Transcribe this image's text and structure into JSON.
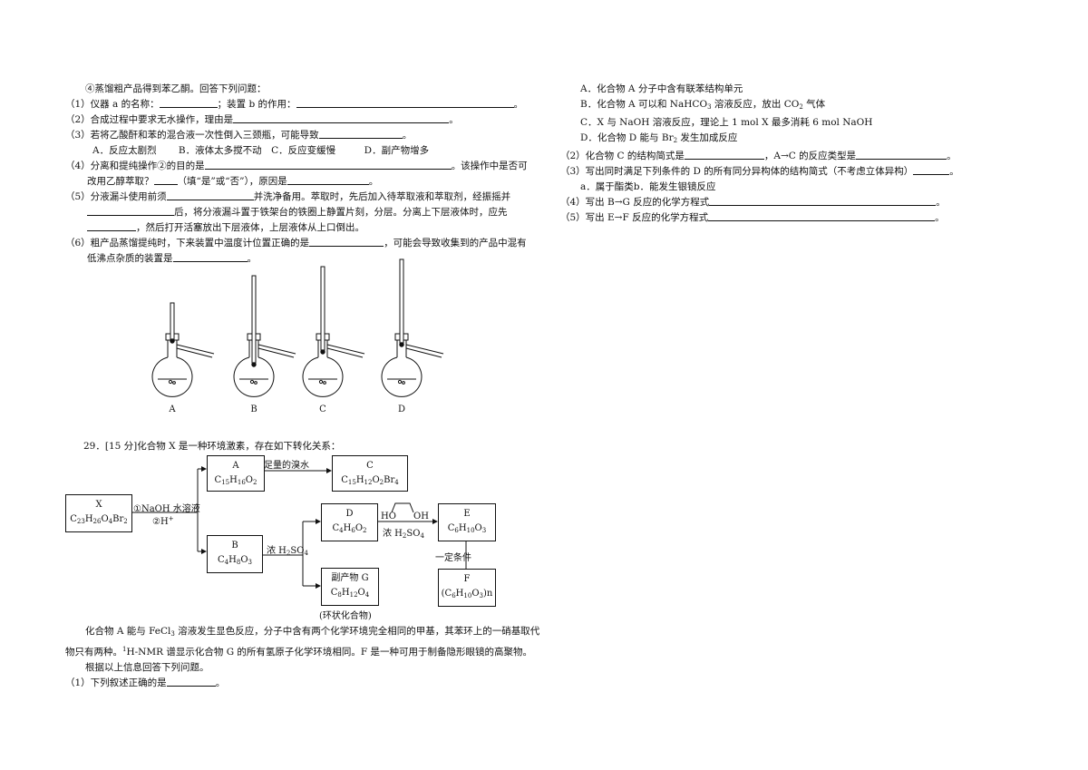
{
  "left_lines": [
    {
      "indent": "indent",
      "parts": [
        "④蒸馏粗产品得到苯乙酮。回答下列问题："
      ]
    },
    {
      "parts": [
        "（1）仪器 a 的名称：",
        "__",
        "；装置 b 的作用：",
        "__",
        "。"
      ],
      "blank_widths": [
        64,
        240
      ]
    },
    {
      "parts": [
        "（2）合成过程中要求无水操作，理由是",
        "__",
        "。"
      ],
      "blank_widths": [
        238
      ]
    },
    {
      "parts": [
        "（3）若将乙酸酐和苯的混合液一次性倒入三颈瓶，可能导致",
        "__",
        "。"
      ],
      "blank_widths": [
        92
      ]
    },
    {
      "indent": "indent2",
      "parts": [
        "A．反应太剧烈　　 B．液体太多搅不动　C．反应变缓慢　　　D．副产物增多"
      ]
    },
    {
      "parts": [
        "（4）分离和提纯操作②的目的是",
        "__",
        "。该操作中是否可"
      ],
      "blank_widths": [
        272
      ]
    },
    {
      "indent": "hang",
      "parts": [
        "改用乙醇萃取？",
        "__",
        "（填“是”或“否”），原因是",
        "__",
        "。"
      ],
      "blank_widths": [
        26,
        90
      ]
    },
    {
      "parts": [
        "（5）分液漏斗使用前须",
        "__",
        "并洗净备用。萃取时，先后加入待萃取液和萃取剂，经振摇并"
      ],
      "blank_widths": [
        96
      ]
    },
    {
      "indent": "hang",
      "parts": [
        "__",
        "后，将分液漏斗置于铁架台的铁圈上静置片刻，分层。分离上下层液体时，应先"
      ],
      "blank_widths": [
        96
      ]
    },
    {
      "indent": "hang",
      "parts": [
        "__",
        "，然后打开活塞放出下层液体，上层液体从上口倒出。"
      ],
      "blank_widths": [
        54
      ]
    },
    {
      "parts": [
        "（6）粗产品蒸馏提纯时，下来装置中温度计位置正确的是",
        "__",
        "，可能会导致收集到的产品中混有"
      ],
      "blank_widths": [
        82
      ]
    },
    {
      "indent": "hang",
      "parts": [
        "低沸点杂质的装置是",
        "__",
        "。"
      ],
      "blank_widths": [
        82
      ]
    }
  ],
  "apparatus_labels": [
    "A",
    "B",
    "C",
    "D"
  ],
  "q29_intro": "29．[15 分]化合物 X 是一种环境激素，存在如下转化关系：",
  "flow": {
    "x_label": "X",
    "x_formula": "C23H26O4Br2",
    "a_label": "A",
    "a_formula": "C15H16O2",
    "c_label": "C",
    "c_formula": "C15H12O2Br4",
    "b_label": "B",
    "b_formula": "C4H8O3",
    "d_label": "D",
    "d_formula": "C4H6O2",
    "e_label": "E",
    "e_formula": "C6H10O3",
    "g_label": "副产物 G",
    "g_formula": "C8H12O4",
    "g_note": "(环状化合物)",
    "f_label": "F",
    "f_formula": "(C6H10O3)n",
    "arrow_xab_1": "①NaOH 水溶液",
    "arrow_xab_2": "②H+",
    "arrow_ac": "足量的溴水",
    "arrow_bd": "浓 H2SO4",
    "glycol_ho": "HO",
    "glycol_oh": "OH",
    "arrow_de": "浓 H2SO4",
    "arrow_ef": "一定条件"
  },
  "after": {
    "p1": "化合物 A 能与 FeCl3 溶液发生显色反应，分子中含有两个化学环境完全相同的甲基，其苯环上的一硝基取代",
    "p2": "物只有两种。1H-NMR 谱显示化合物 G 的所有氢原子化学环境相同。F 是一种可用于制备隐形眼镜的高聚物。",
    "p3": "根据以上信息回答下列问题。",
    "q1": "（1）下列叙述正确的是"
  },
  "right_lines": [
    {
      "indent": "indent",
      "parts": [
        "A．化合物 A 分子中含有联苯结构单元"
      ]
    },
    {
      "indent": "indent",
      "parts": [
        "B．化合物 A 可以和 NaHCO3 溶液反应，放出 CO2 气体"
      ]
    },
    {
      "indent": "indent",
      "parts": [
        "C．X 与 NaOH 溶液反应，理论上 1 mol X 最多消耗 6 mol NaOH"
      ]
    },
    {
      "indent": "indent",
      "parts": [
        "D．化合物 D 能与 Br2 发生加成反应"
      ]
    },
    {
      "parts": [
        "（2）化合物 C 的结构简式是",
        "__",
        "，A→C 的反应类型是",
        "__",
        "。"
      ],
      "blank_widths": [
        88,
        100
      ]
    },
    {
      "parts": [
        "（3）写出同时满足下列条件的 D 的所有同分异构体的结构简式（不考虑立体异构）",
        "__",
        "。"
      ],
      "blank_widths": [
        40
      ]
    },
    {
      "indent": "indent",
      "parts": [
        "a．属于酯类b．能发生银镜反应"
      ]
    },
    {
      "parts": [
        "（4）写出 B→G 反应的化学方程式",
        "__",
        "。"
      ],
      "blank_widths": [
        250
      ]
    },
    {
      "parts": [
        "（5）写出 E→F 反应的化学方程式",
        "__",
        "。"
      ],
      "blank_widths": [
        250
      ]
    }
  ]
}
